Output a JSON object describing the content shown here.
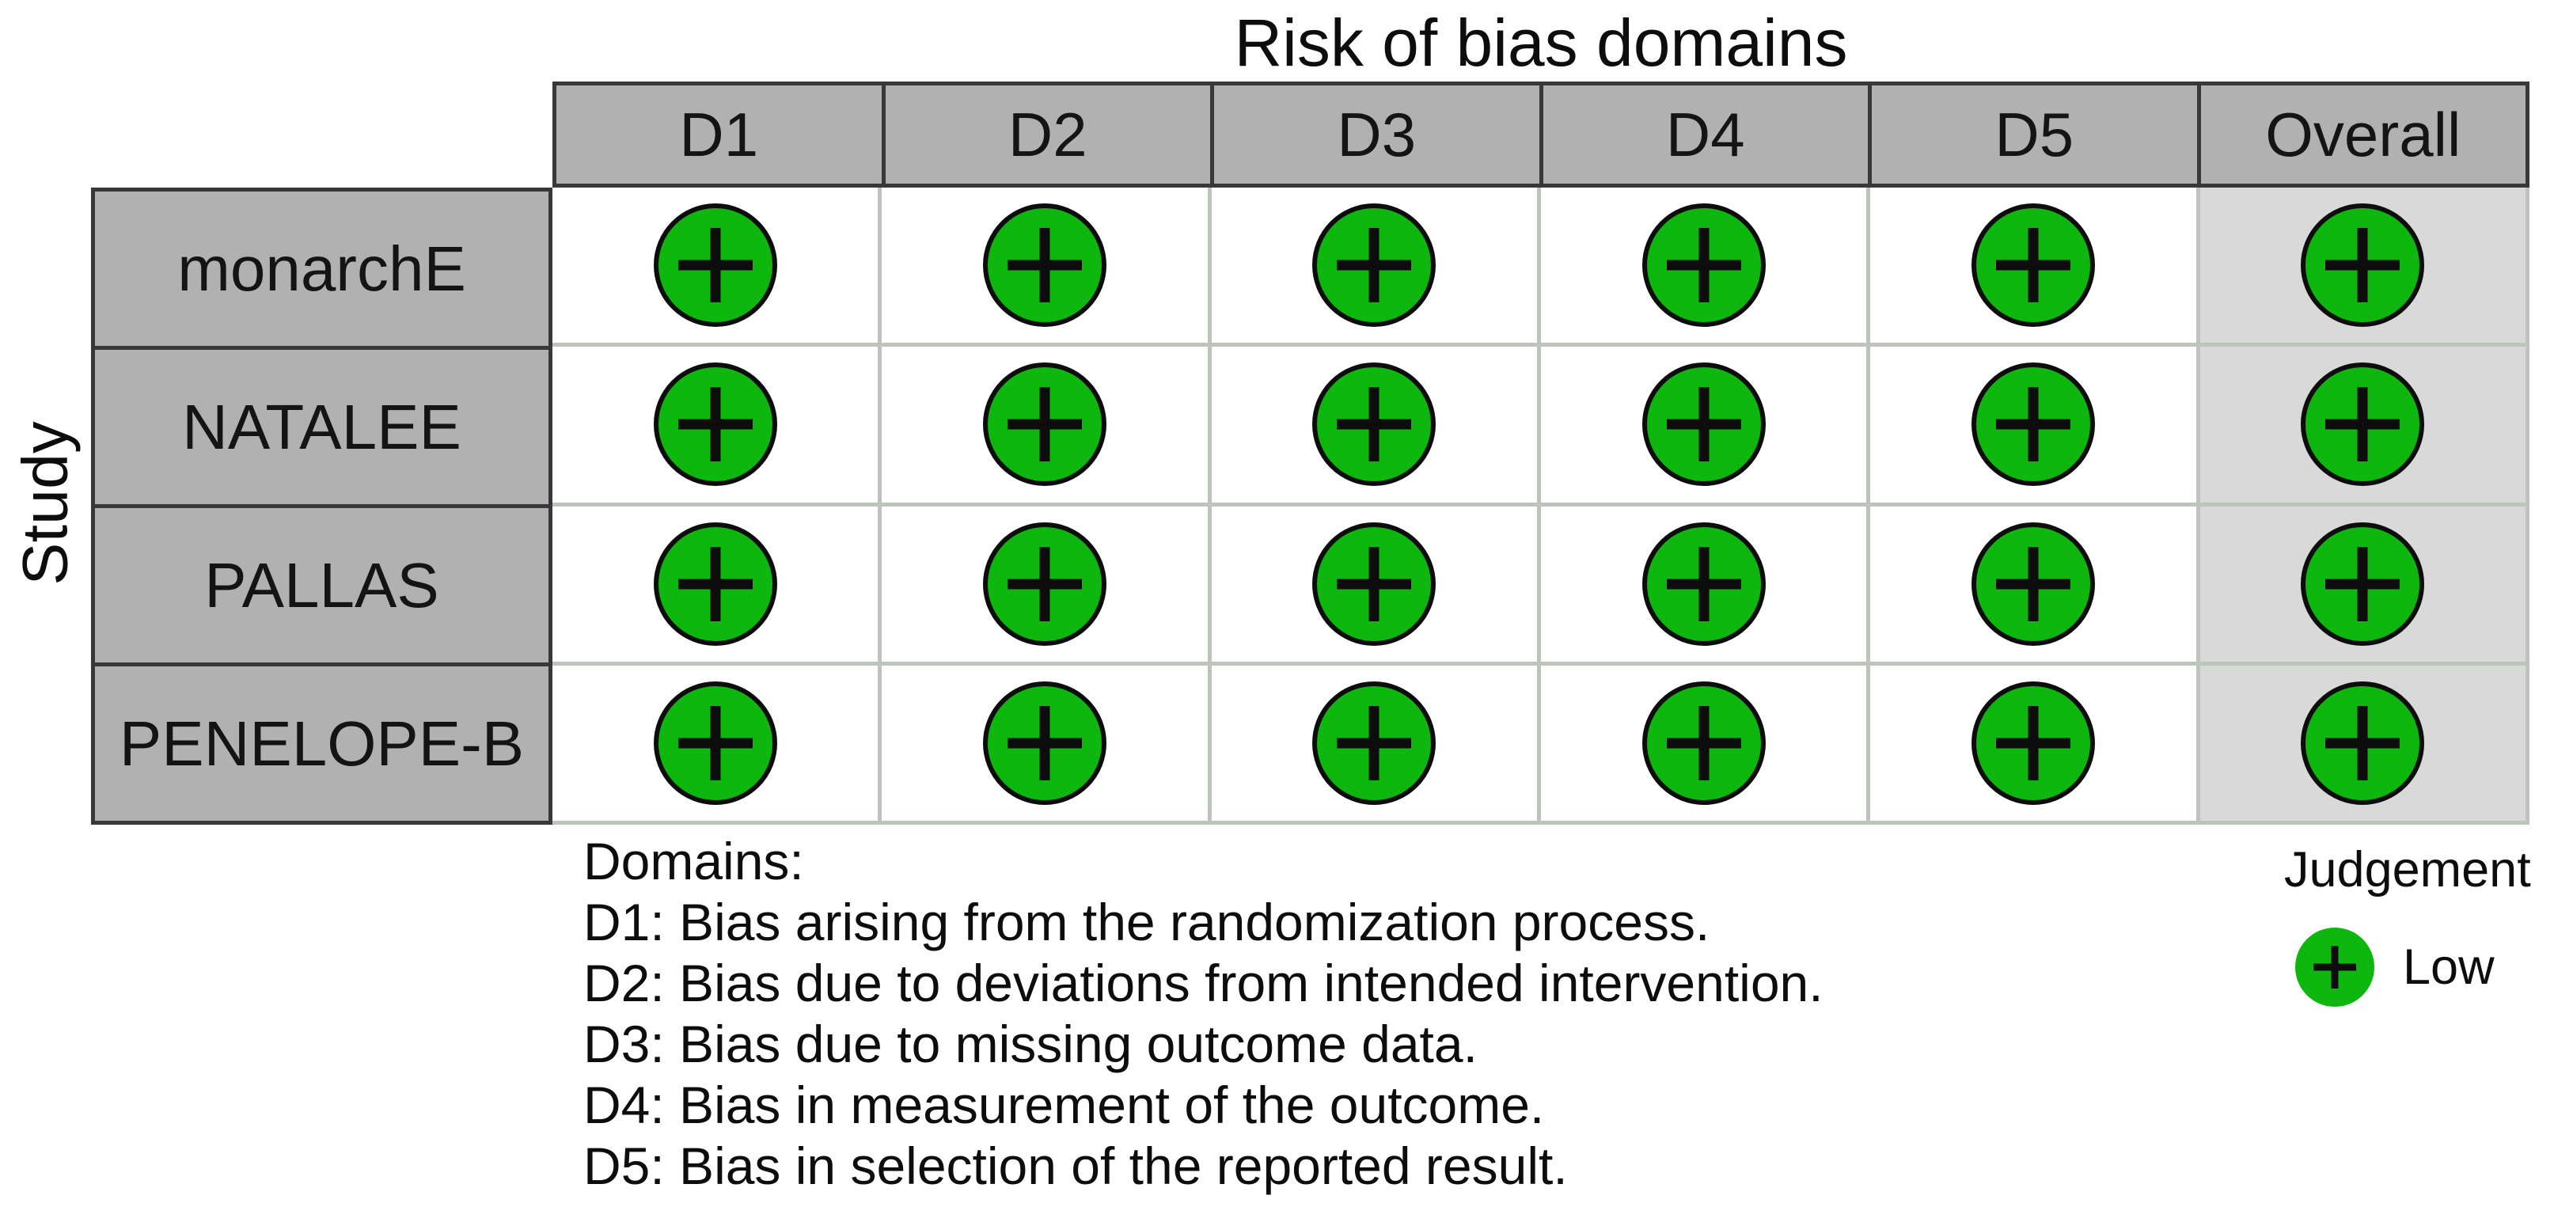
{
  "figure": {
    "title": "Risk of bias domains",
    "y_axis_label": "Study",
    "columns": [
      "D1",
      "D2",
      "D3",
      "D4",
      "D5",
      "Overall"
    ],
    "rows": [
      {
        "study": "monarchE",
        "judgements": [
          "low",
          "low",
          "low",
          "low",
          "low",
          "low"
        ]
      },
      {
        "study": "NATALEE",
        "judgements": [
          "low",
          "low",
          "low",
          "low",
          "low",
          "low"
        ]
      },
      {
        "study": "PALLAS",
        "judgements": [
          "low",
          "low",
          "low",
          "low",
          "low",
          "low"
        ]
      },
      {
        "study": "PENELOPE-B",
        "judgements": [
          "low",
          "low",
          "low",
          "low",
          "low",
          "low"
        ]
      }
    ],
    "footnote": {
      "heading": "Domains:",
      "lines": [
        "D1: Bias arising from the randomization process.",
        "D2: Bias due to deviations from intended intervention.",
        "D3: Bias due to missing outcome data.",
        "D4: Bias in measurement of the outcome.",
        "D5: Bias in selection of the reported result."
      ]
    },
    "legend": {
      "title": "Judgement",
      "items": [
        {
          "label": "Low",
          "symbol": "+",
          "color": "#0db70d"
        }
      ]
    },
    "colors": {
      "low_green": "#0db70d",
      "header_gray": "#b1b1b1",
      "overall_bg": "#d9d9d9",
      "grid_line": "#bcc4bc",
      "dark_border": "#383838"
    }
  },
  "chart_data": {
    "type": "table",
    "title": "Risk of bias domains",
    "x_label": "Risk of bias domains",
    "y_label": "Study",
    "columns": [
      "D1",
      "D2",
      "D3",
      "D4",
      "D5",
      "Overall"
    ],
    "rows": [
      "monarchE",
      "NATALEE",
      "PALLAS",
      "PENELOPE-B"
    ],
    "values": [
      [
        "Low",
        "Low",
        "Low",
        "Low",
        "Low",
        "Low"
      ],
      [
        "Low",
        "Low",
        "Low",
        "Low",
        "Low",
        "Low"
      ],
      [
        "Low",
        "Low",
        "Low",
        "Low",
        "Low",
        "Low"
      ],
      [
        "Low",
        "Low",
        "Low",
        "Low",
        "Low",
        "Low"
      ]
    ],
    "legend_position": "bottom-right",
    "legend_entries": [
      {
        "label": "Low",
        "marker": "green circle with plus"
      }
    ],
    "domain_definitions": [
      "D1: Bias arising from the randomization process.",
      "D2: Bias due to deviations from intended intervention.",
      "D3: Bias due to missing outcome data.",
      "D4: Bias in measurement of the outcome.",
      "D5: Bias in selection of the reported result."
    ]
  }
}
